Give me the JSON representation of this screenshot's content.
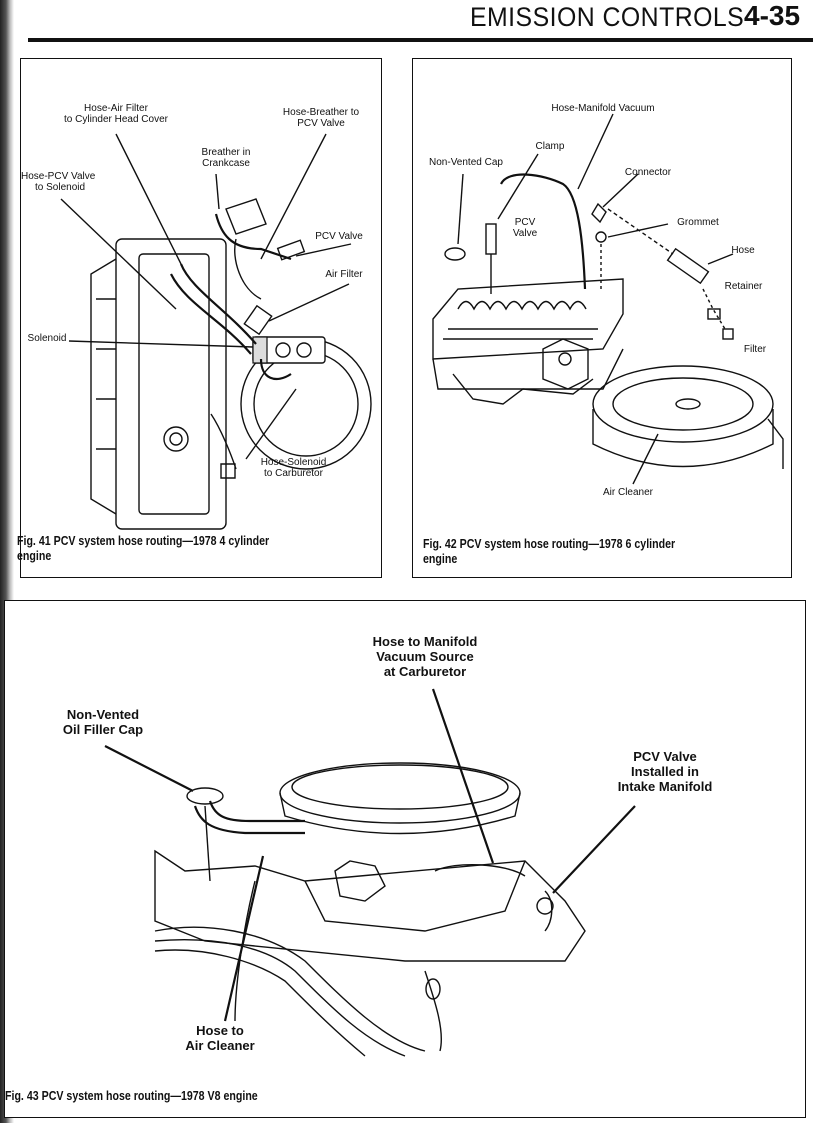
{
  "header": {
    "section_title": "EMISSION CONTROLS",
    "page_number": "4-35"
  },
  "fig41": {
    "caption_line1": "Fig. 41  PCV system hose routing—1978 4 cylinder",
    "caption_line2": "engine",
    "labels": {
      "hose_air_filter_1": "Hose-Air Filter",
      "hose_air_filter_2": "to Cylinder Head Cover",
      "hose_breather_1": "Hose-Breather to",
      "hose_breather_2": "PCV Valve",
      "breather_1": "Breather in",
      "breather_2": "Crankcase",
      "hose_pcv_1": "Hose-PCV Valve",
      "hose_pcv_2": "to Solenoid",
      "pcv_valve": "PCV Valve",
      "air_filter": "Air Filter",
      "solenoid": "Solenoid",
      "hose_solenoid_1": "Hose-Solenoid",
      "hose_solenoid_2": "to Carburetor"
    }
  },
  "fig42": {
    "caption_line1": "Fig. 42  PCV system hose routing—1978 6 cylinder",
    "caption_line2": "engine",
    "labels": {
      "hose_manifold": "Hose-Manifold Vacuum",
      "clamp": "Clamp",
      "non_vented_cap": "Non-Vented Cap",
      "connector": "Connector",
      "pcv_1": "PCV",
      "pcv_2": "Valve",
      "grommet": "Grommet",
      "hose": "Hose",
      "retainer": "Retainer",
      "filter": "Filter",
      "air_cleaner": "Air Cleaner"
    }
  },
  "fig43": {
    "caption": "Fig. 43  PCV system hose routing—1978 V8 engine",
    "labels": {
      "manifold_1": "Hose to Manifold",
      "manifold_2": "Vacuum Source",
      "manifold_3": "at Carburetor",
      "nonvented_1": "Non-Vented",
      "nonvented_2": "Oil Filler Cap",
      "pcv_1": "PCV Valve",
      "pcv_2": "Installed in",
      "pcv_3": "Intake Manifold",
      "aircleaner_1": "Hose to",
      "aircleaner_2": "Air Cleaner"
    }
  }
}
